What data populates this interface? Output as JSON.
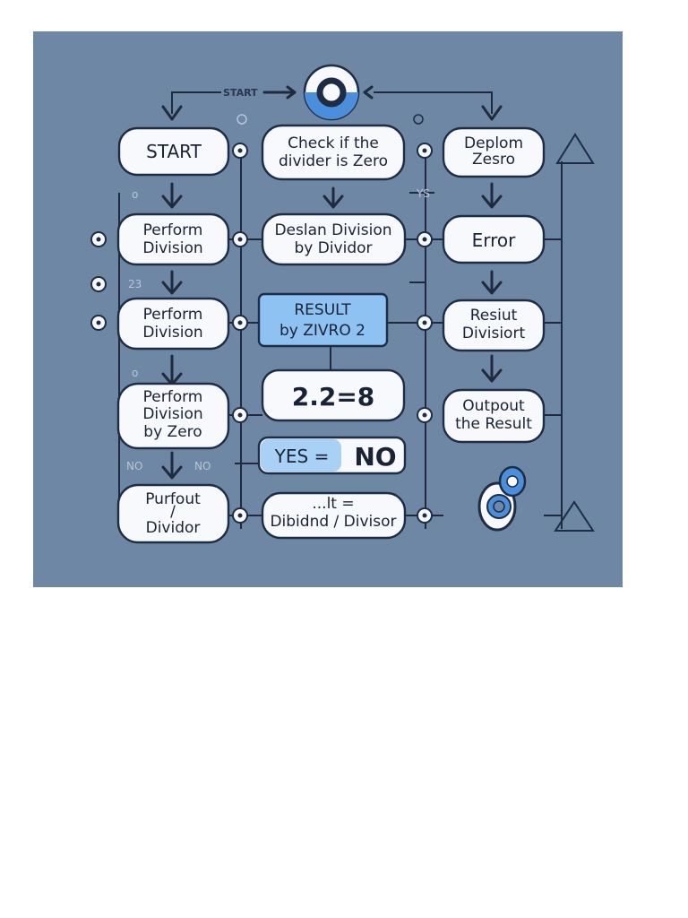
{
  "nodes": {
    "start": "START",
    "check_line1": "Check if the",
    "check_line2": "divider is Zero",
    "deplom_line1": "Deplom",
    "deplom_line2": "Zesro",
    "perform1_line1": "Perform",
    "perform1_line2": "Division",
    "deslan_line1": "Deslan Division",
    "deslan_line2": "by Dividor",
    "error": "Error",
    "perform2_line1": "Perform",
    "perform2_line2": "Division",
    "result_line1": "RESULT",
    "result_line2": "by ZIVRO 2",
    "resiut_line1": "Resiut",
    "resiut_line2": "Divisiort",
    "perform3_line1": "Perform",
    "perform3_line2": "Division",
    "perform3_line3": "by Zero",
    "equation": "2.2=8",
    "outpout_line1": "Outpout",
    "outpout_line2": "the Result",
    "yes_label": "YES =",
    "no_label": "NO",
    "purfout_line1": "Purfout",
    "purfout_line2": "∕",
    "purfout_line3": "Dividor",
    "dibidnd_line1": "...lt =",
    "dibidnd_line2": "Dibidnd ∕ Divisor"
  },
  "labels": {
    "start_arrow": "START",
    "yes_side": "YS",
    "no_side": "NO",
    "no_left": "NO",
    "number_23": "23"
  },
  "icons": {
    "top_circle": "ring-icon",
    "infinity_eight": "eight-icon",
    "triangle_top": "triangle-icon",
    "triangle_bottom": "triangle-icon"
  },
  "colors": {
    "panel_bg": "#6d87a4",
    "node_fill": "#f7f9fc",
    "node_stroke": "#1e2c45",
    "highlight_fill": "#8ec2f3",
    "accent_blue": "#4b8fdc"
  }
}
